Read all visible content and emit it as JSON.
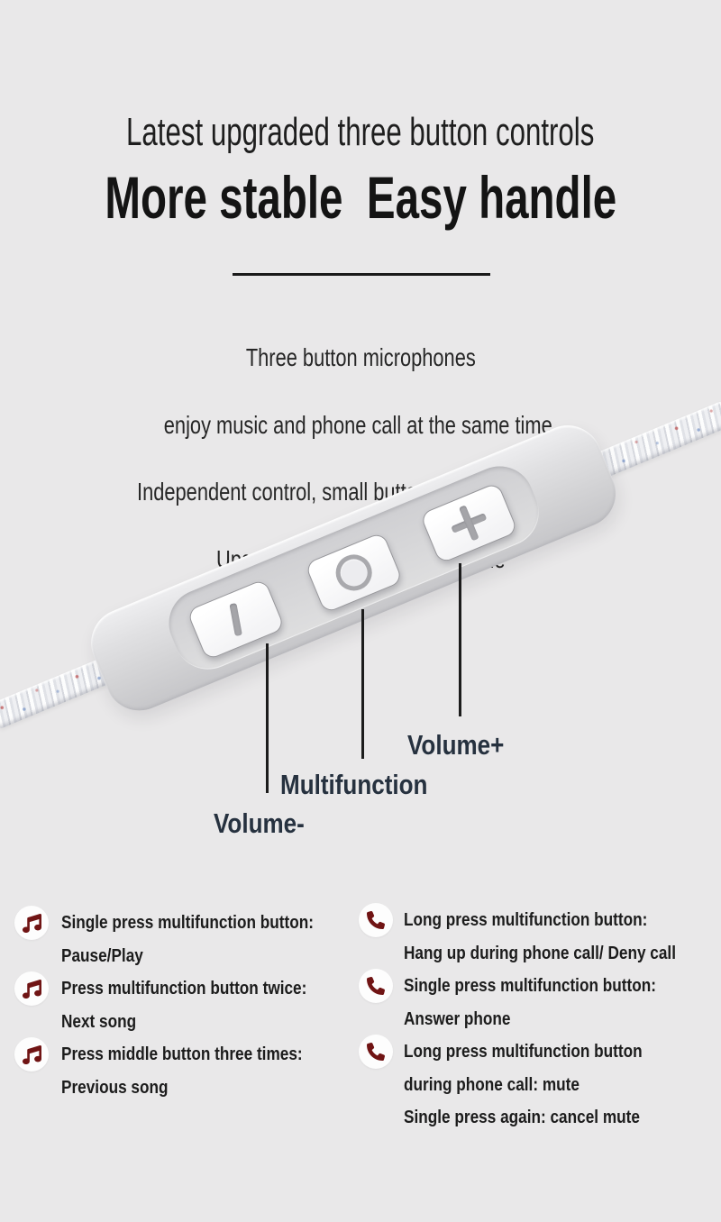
{
  "header": {
    "subtitle": "Latest upgraded three button controls",
    "title": "More stable  Easy handle"
  },
  "intro": {
    "lines": [
      "Three button microphones",
      "enjoy music and phone call at the same time.",
      "Independent control, small button with multifunction",
      "Upgraded HD silicon microphone"
    ]
  },
  "remote": {
    "buttons": [
      {
        "name": "volume-down",
        "glyph": "minus-bar-icon"
      },
      {
        "name": "multifunction",
        "glyph": "circle-icon"
      },
      {
        "name": "volume-up",
        "glyph": "plus-icon"
      }
    ]
  },
  "callouts": [
    {
      "label": "Volume+"
    },
    {
      "label": "Multifunction"
    },
    {
      "label": "Volume-"
    }
  ],
  "features": {
    "music_items": [
      {
        "lines": [
          "Single press multifunction button:",
          "Pause/Play"
        ]
      },
      {
        "lines": [
          "Press multifunction button twice:",
          "Next song"
        ]
      },
      {
        "lines": [
          "Press middle button three times:",
          "Previous song"
        ]
      }
    ],
    "phone_items": [
      {
        "lines": [
          "Long press multifunction button:",
          "Hang up during phone call/ Deny call"
        ]
      },
      {
        "lines": [
          "Single press multifunction button:",
          "Answer phone"
        ]
      },
      {
        "lines": [
          "Long press multifunction button",
          "during phone call: mute",
          "Single press again: cancel mute"
        ]
      }
    ]
  },
  "colors": {
    "background": "#e9e8e9",
    "text": "#1d1d1d",
    "callout_label": "#26313f",
    "callout_line": "#1c1c1c",
    "feature_icon": "#701414",
    "remote_body": "#d7d7d9",
    "remote_button": "#fcfcfd",
    "remote_glyph": "#a5a5a9",
    "cable": "#eff0f3"
  }
}
